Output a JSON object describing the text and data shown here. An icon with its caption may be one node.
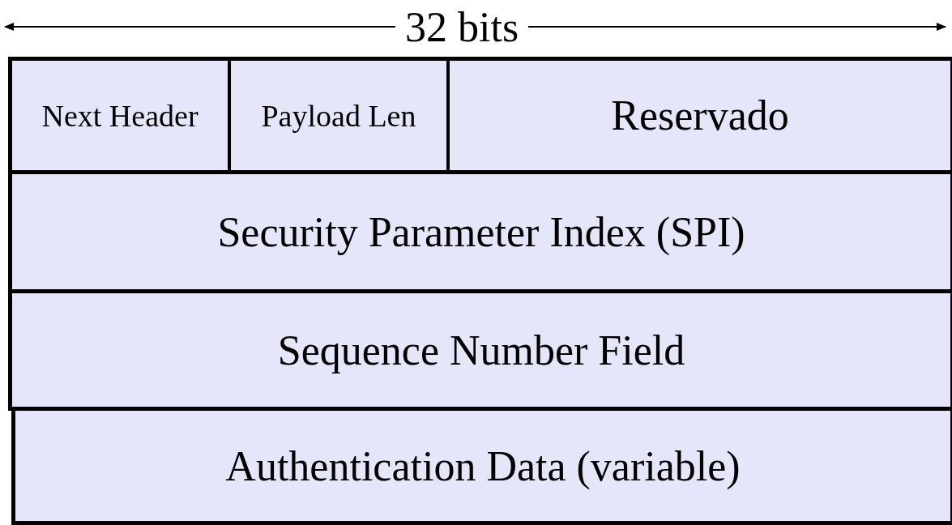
{
  "diagram": {
    "nodes": [
      {
        "text": [
          "Next Header"
        ]
      },
      {
        "text": [
          "Payload Len"
        ]
      },
      {
        "text": [
          "Reservado"
        ]
      },
      {
        "text": [
          "Security Parameter Index (SPI)"
        ]
      },
      {
        "text": [
          "Sequence Number Field"
        ]
      },
      {
        "text": [
          "Authentication Data (variable)"
        ]
      }
    ],
    "edges": [],
    "labels": [
      "32 bits"
    ]
  }
}
